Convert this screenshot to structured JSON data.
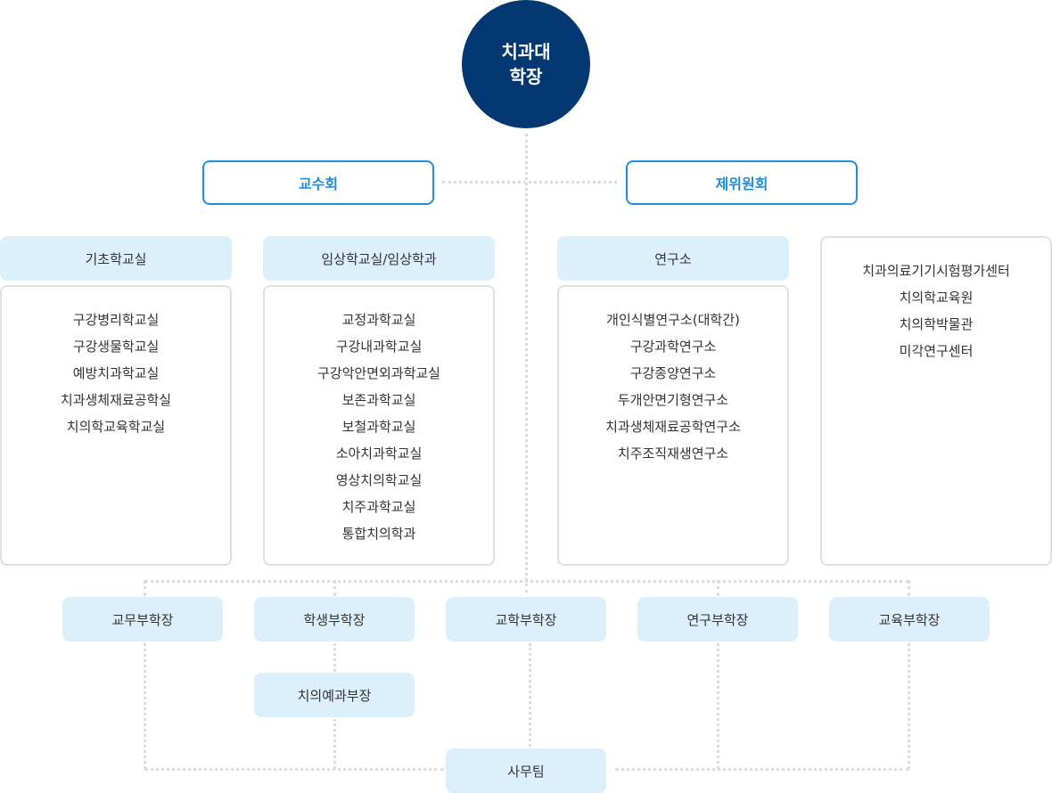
{
  "dean": {
    "line1": "치과대",
    "line2": "학장"
  },
  "councils": {
    "faculty": "교수회",
    "board": "제위원회"
  },
  "groups": {
    "basic": {
      "title": "기초학교실",
      "items": [
        "구강병리학교실",
        "구강생물학교실",
        "예방치과학교실",
        "치과생체재료공학실",
        "치의학교육학교실"
      ]
    },
    "clinical": {
      "title": "임상학교실/임상학과",
      "items": [
        "교정과학교실",
        "구강내과학교실",
        "구강악안면외과학교실",
        "보존과학교실",
        "보철과학교실",
        "소아치과학교실",
        "영상치의학교실",
        "치주과학교실",
        "통합치의학과"
      ]
    },
    "research": {
      "title": "연구소",
      "items": [
        "개인식별연구소(대학간)",
        "구강과학연구소",
        "구강종양연구소",
        "두개안면기형연구소",
        "치과생체재료공학연구소",
        "치주조직재생연구소"
      ]
    },
    "centers": {
      "items": [
        "치과의료기기시험평가센터",
        "치의학교육원",
        "치의학박물관",
        "미각연구센터"
      ]
    }
  },
  "vice_deans": [
    "교무부학장",
    "학생부학장",
    "교학부학장",
    "연구부학장",
    "교육부학장"
  ],
  "premed": "치의예과부장",
  "office": "사무팀"
}
